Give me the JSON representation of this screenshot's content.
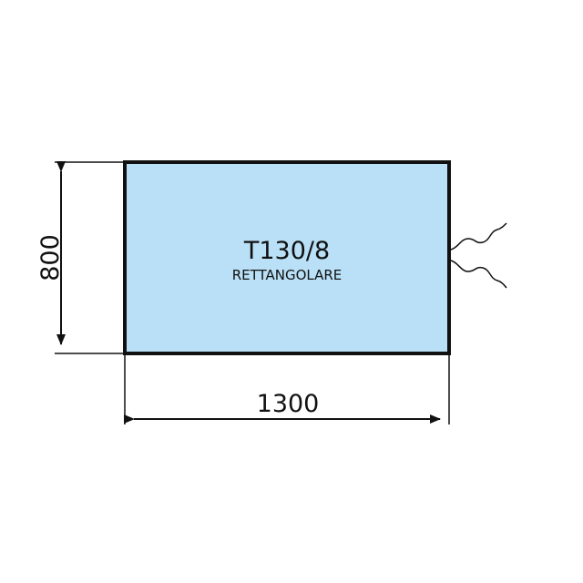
{
  "panel": {
    "model": "T130/8",
    "shape": "RETTANGOLARE",
    "fill_color": "#b9e0f6",
    "border_color": "#111111"
  },
  "dimensions": {
    "height": "800",
    "width": "1300"
  },
  "icons": {
    "cable": "wavy-cable-icon"
  }
}
